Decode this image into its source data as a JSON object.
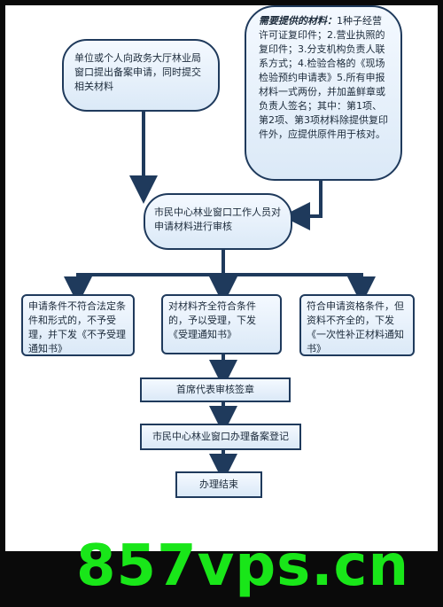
{
  "nodes": {
    "apply": "单位或个人向政务大厅林业局窗口提出备案申请，同时提交相关材料",
    "materials_label": "需要提供的材料：",
    "materials_body": "1种子经营许可证复印件；2.营业执照的复印件；3.分支机构负责人联系方式；4.检验合格的《现场检验预约申请表》5.所有申报材料一式两份，并加盖鲜章或负责人签名；其中：第1项、第2项、第3项材料除提供复印件外，应提供原件用于核对。",
    "review": "市民中心林业窗口工作人员对申请材料进行审核",
    "reject": "申请条件不符合法定条件和形式的，不予受理，并下发《不予受理通知书》",
    "accept": "对材料齐全符合条件的，予以受理，下发《受理通知书》",
    "supplement": "符合申请资格条件，但资料不齐全的，下发《一次性补正材料通知书》",
    "sign": "首席代表审核签章",
    "register": "市民中心林业窗口办理备案登记",
    "end": "办理结束"
  },
  "colors": {
    "box_border": "#1f3a5c",
    "arrow": "#1f3a5c",
    "box_fill": "#dbe9f7",
    "watermark": "#19e619"
  },
  "watermark": "857vps.cn"
}
